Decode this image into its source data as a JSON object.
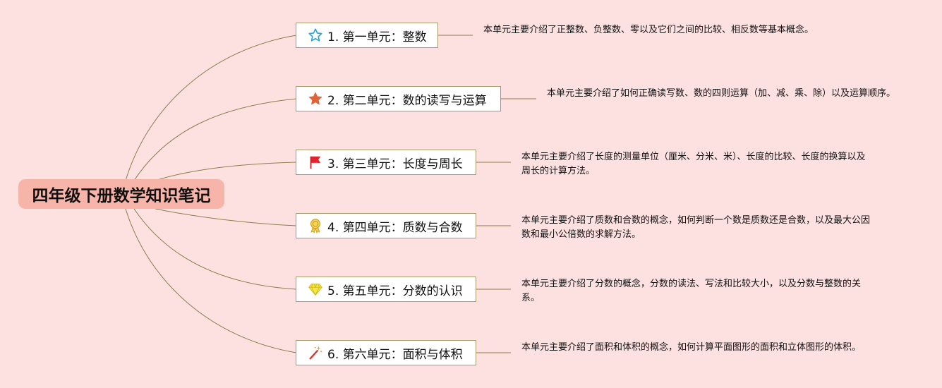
{
  "root": {
    "title": "四年级下册数学知识笔记"
  },
  "units": [
    {
      "icon": "star-outline-icon",
      "label": "1. 第一单元：整数",
      "note": "本单元主要介绍了正整数、负整数、零以及它们之间的比较、相反数等基本概念。"
    },
    {
      "icon": "star-filled-icon",
      "label": "2. 第二单元：数的读写与运算",
      "note": "本单元主要介绍了如何正确读写数、数的四则运算（加、减、乘、除）以及运算顺序。"
    },
    {
      "icon": "red-flag-icon",
      "label": "3. 第三单元：长度与周长",
      "note": "本单元主要介绍了长度的测量单位（厘米、分米、米）、长度的比较、长度的换算以及周长的计算方法。"
    },
    {
      "icon": "medal-icon",
      "label": "4. 第四单元：质数与合数",
      "note": "本单元主要介绍了质数和合数的概念，如何判断一个数是质数还是合数，以及最大公因数和最小公倍数的求解方法。"
    },
    {
      "icon": "diamond-icon",
      "label": "5. 第五单元：分数的认识",
      "note": "本单元主要介绍了分数的概念，分数的读法、写法和比较大小，以及分数与整数的关系。"
    },
    {
      "icon": "magic-wand-icon",
      "label": "6. 第六单元：面积与体积",
      "note": "本单元主要介绍了面积和体积的概念，如何计算平面图形的面积和立体图形的体积。"
    }
  ],
  "colors": {
    "background": "#fde1e1",
    "root_fill": "#f6b5a8",
    "line": "#8a7d4a",
    "topic_border": "#a59a6c"
  }
}
